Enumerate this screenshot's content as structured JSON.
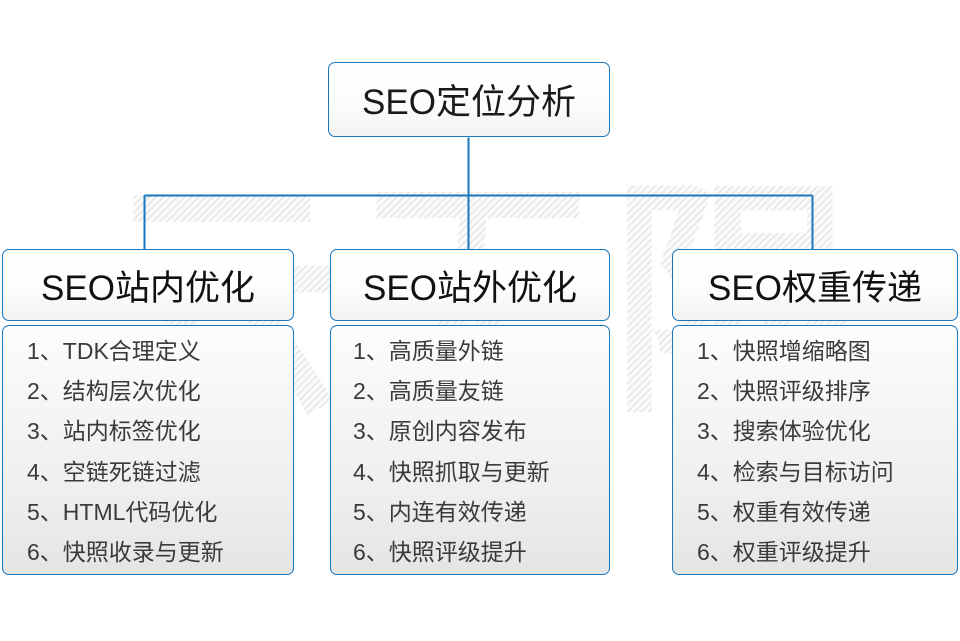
{
  "diagram": {
    "root": {
      "label": "SEO定位分析"
    },
    "watermark": {
      "text": "云无限"
    },
    "accent_color": "#1877bd",
    "columns": [
      {
        "header": "SEO站内优化",
        "items": [
          "1、TDK合理定义",
          "2、结构层次优化",
          "3、站内标签优化",
          "4、空链死链过滤",
          "5、HTML代码优化",
          "6、快照收录与更新"
        ]
      },
      {
        "header": "SEO站外优化",
        "items": [
          "1、高质量外链",
          "2、高质量友链",
          "3、原创内容发布",
          "4、快照抓取与更新",
          "5、内连有效传递",
          "6、快照评级提升"
        ]
      },
      {
        "header": "SEO权重传递",
        "items": [
          "1、快照增缩略图",
          "2、快照评级排序",
          "3、搜索体验优化",
          "4、检索与目标访问",
          "5、权重有效传递",
          "6、权重评级提升"
        ]
      }
    ]
  }
}
